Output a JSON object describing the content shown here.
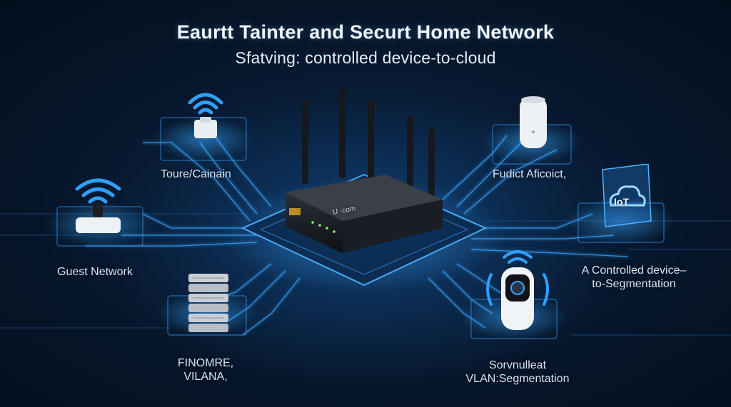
{
  "title": "Eaurtt Tainter and Securt Home Network",
  "subtitle": "Sfatving: controlled device-to-cloud",
  "router": {
    "brand": "U  ·com"
  },
  "nodes": [
    {
      "id": "top-left",
      "label": "Toure/Cainain",
      "icon": "wifi-hub-icon"
    },
    {
      "id": "guest",
      "label": "Guest Network",
      "icon": "wifi-router-icon"
    },
    {
      "id": "bottom-left",
      "label_line1": "FINOMRE,",
      "label_line2": "VILANA,",
      "icon": "server-icon"
    },
    {
      "id": "bottom-right",
      "label_line1": "Sorvnulleat",
      "label_line2": "VLAN:Segmentation",
      "icon": "camera-icon"
    },
    {
      "id": "top-right",
      "label": "Fudict Aficoict,",
      "icon": "smart-speaker-icon"
    },
    {
      "id": "right",
      "label_line1": "A Controlled device–",
      "label_line2": "to-Segmentation",
      "icon": "iot-cloud-icon",
      "badge": "IoT"
    }
  ],
  "colors": {
    "accent": "#2f9bff",
    "glow": "#6fd0ff",
    "background": "#04101f"
  }
}
